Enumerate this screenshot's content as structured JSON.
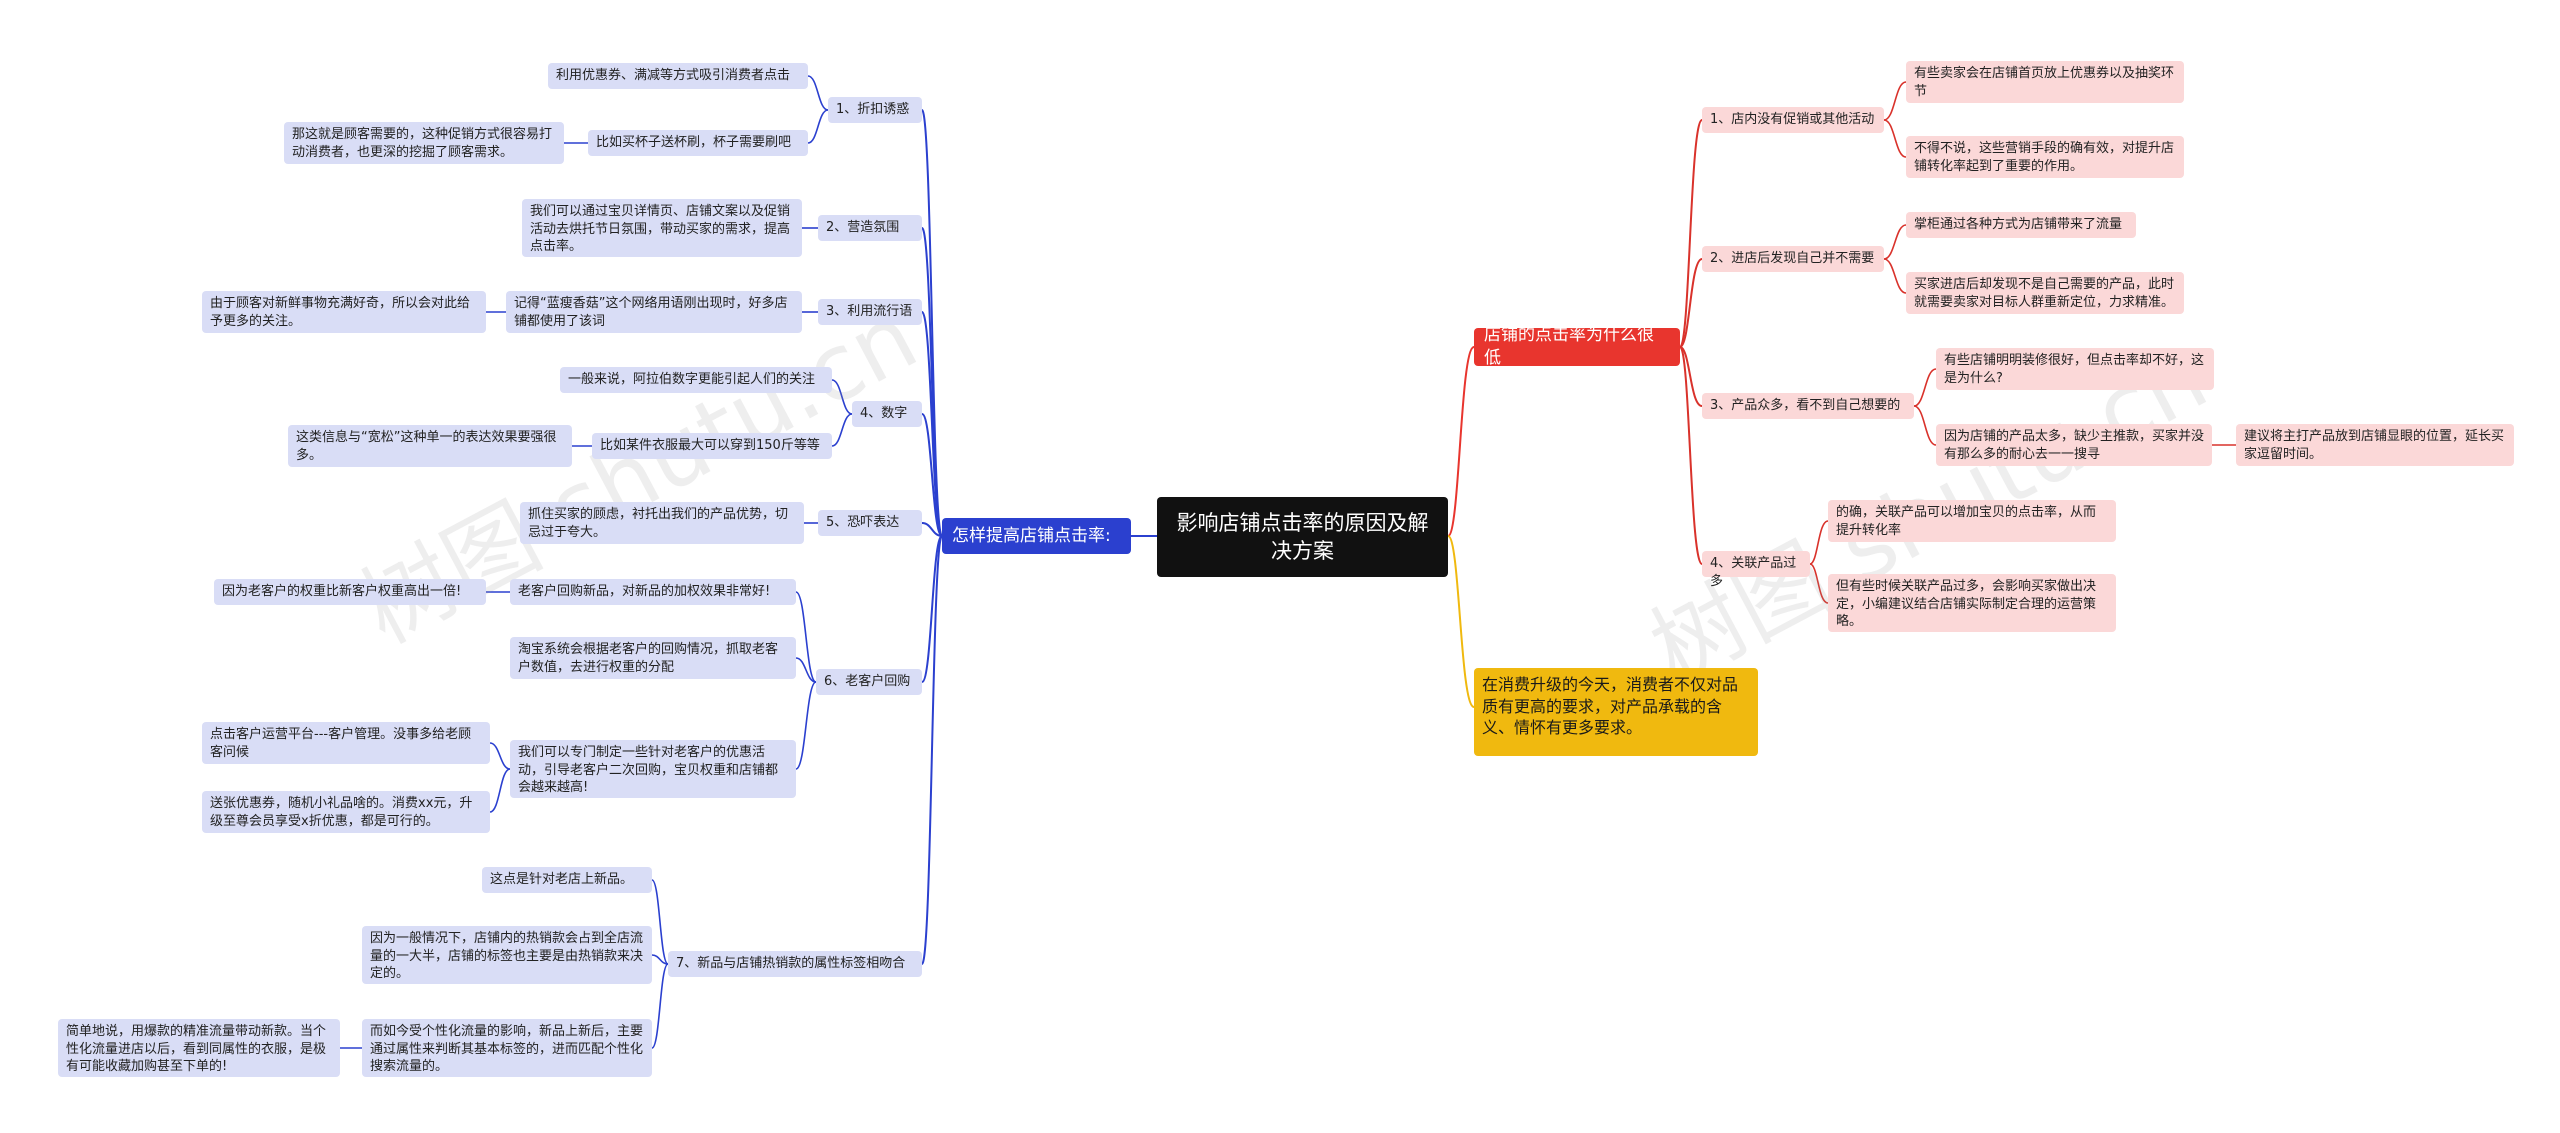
{
  "root": "影响店铺点击率的原因及解决方案",
  "right": {
    "reason": {
      "label": "店铺的点击率为什么很低",
      "items": [
        {
          "label": "1、店内没有促销或其他活动",
          "details": [
            "有些卖家会在店铺首页放上优惠券以及抽奖环节",
            "不得不说，这些营销手段的确有效，对提升店铺转化率起到了重要的作用。"
          ]
        },
        {
          "label": "2、进店后发现自己并不需要",
          "details": [
            "掌柜通过各种方式为店铺带来了流量",
            "买家进店后却发现不是自己需要的产品，此时就需要卖家对目标人群重新定位，力求精准。"
          ]
        },
        {
          "label": "3、产品众多，看不到自己想要的",
          "details": [
            "有些店铺明明装修很好，但点击率却不好，这是为什么?",
            "因为店铺的产品太多，缺少主推款，买家并没有那么多的耐心去一一搜寻"
          ],
          "extra": "建议将主打产品放到店铺显眼的位置，延长买家逗留时间。"
        },
        {
          "label": "4、关联产品过多",
          "details": [
            "的确，关联产品可以增加宝贝的点击率，从而提升转化率",
            "但有些时候关联产品过多，会影响买家做出决定，小编建议结合店铺实际制定合理的运营策略。"
          ]
        }
      ]
    },
    "note": "在消费升级的今天，消费者不仅对品质有更高的要求，对产品承载的含义、情怀有更多要求。"
  },
  "left": {
    "label": "怎样提高店铺点击率:",
    "items": [
      {
        "label": "1、折扣诱惑",
        "details": [
          "利用优惠券、满减等方式吸引消费者点击",
          "比如买杯子送杯刷，杯子需要刷吧"
        ],
        "extra": "那这就是顾客需要的，这种促销方式很容易打动消费者，也更深的挖掘了顾客需求。"
      },
      {
        "label": "2、营造氛围",
        "details": [
          "我们可以通过宝贝详情页、店铺文案以及促销活动去烘托节日氛围，带动买家的需求，提高点击率。"
        ]
      },
      {
        "label": "3、利用流行语",
        "details": [
          "记得“蓝瘦香菇”这个网络用语刚出现时，好多店铺都使用了该词"
        ],
        "extra": "由于顾客对新鲜事物充满好奇，所以会对此给予更多的关注。"
      },
      {
        "label": "4、数字",
        "details": [
          "一般来说，阿拉伯数字更能引起人们的关注",
          "比如某件衣服最大可以穿到150斤等等"
        ],
        "extra": "这类信息与“宽松”这种单一的表达效果要强很多。"
      },
      {
        "label": "5、恐吓表达",
        "details": [
          "抓住买家的顾虑，衬托出我们的产品优势，切忌过于夸大。"
        ]
      },
      {
        "label": "6、老客户回购",
        "details": [
          "老客户回购新品，对新品的加权效果非常好!",
          "淘宝系统会根据老客户的回购情况，抓取老客户数值，去进行权重的分配",
          "我们可以专门制定一些针对老客户的优惠活动，引导老客户二次回购，宝贝权重和店铺都会越来越高!"
        ],
        "extras": [
          "因为老客户的权重比新客户权重高出一倍!",
          "点击客户运营平台---客户管理。没事多给老顾客问候",
          "送张优惠券，随机小礼品啥的。消费xx元，升级至尊会员享受x折优惠，都是可行的。"
        ]
      },
      {
        "label": "7、新品与店铺热销款的属性标签相吻合",
        "details": [
          "这点是针对老店上新品。",
          "因为一般情况下，店铺内的热销款会占到全店流量的一大半，店铺的标签也主要是由热销款来决定的。",
          "而如今受个性化流量的影响，新品上新后，主要通过属性来判断其基本标签的，进而匹配个性化搜索流量的。"
        ],
        "extra": "简单地说，用爆款的精准流量带动新款。当个性化流量进店以后，看到同属性的衣服，是极有可能收藏加购甚至下单的!"
      }
    ]
  },
  "watermarks": [
    "树图 shutu.cn",
    "树图 shutu.cn"
  ],
  "colors": {
    "root": "#111111",
    "red": "#e8352e",
    "blue": "#2b40cf",
    "yellow": "#f0b90f",
    "blueLine": "#2b40cf",
    "redLine": "#d9322b"
  }
}
